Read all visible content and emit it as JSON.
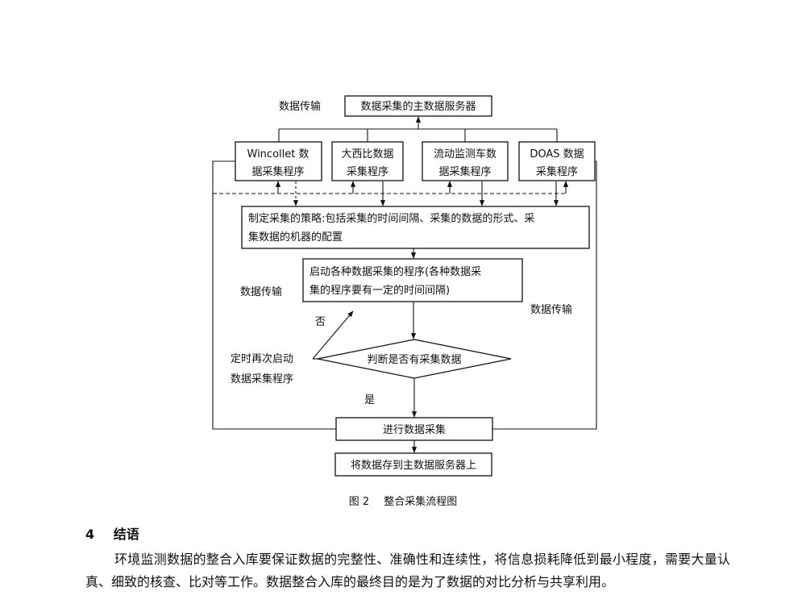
{
  "figure": {
    "top_server": "数据采集的主数据服务器",
    "label_transfer_top": "数据传输",
    "programs": [
      {
        "line1": "Wincollet 数",
        "line2": "据采集程序"
      },
      {
        "line1": "大西比数据",
        "line2": "采集程序"
      },
      {
        "line1": "流动监测车数",
        "line2": "据采集程序"
      },
      {
        "line1": "DOAS 数据",
        "line2": "采集程序"
      }
    ],
    "strategy": {
      "line1": "制定采集的策略:包括采集的时间间隔、采集的数据的形式、采",
      "line2": "集数据的机器的配置"
    },
    "start": {
      "line1": "启动各种数据采集的程序(各种数据采",
      "line2": "集的程序要有一定的时间间隔)"
    },
    "label_transfer_left": "数据传输",
    "label_transfer_right": "数据传输",
    "label_no": "否",
    "decision": "判断是否有采集数据",
    "restart": {
      "line1": "定时再次启动",
      "line2": "数据采集程序"
    },
    "label_yes": "是",
    "collect": "进行数据采集",
    "store": "将数据存到主数据服务器上"
  },
  "caption": {
    "number": "图 2",
    "title": "整合采集流程图"
  },
  "section": {
    "number": "4",
    "title": "结语"
  },
  "paragraph": "环境监测数据的整合入库要保证数据的完整性、准确性和连续性，将信息损耗降低到最小程度，需要大量认真、细致的核查、比对等工作。数据整合入库的最终目的是为了数据的对比分析与共享利用。"
}
